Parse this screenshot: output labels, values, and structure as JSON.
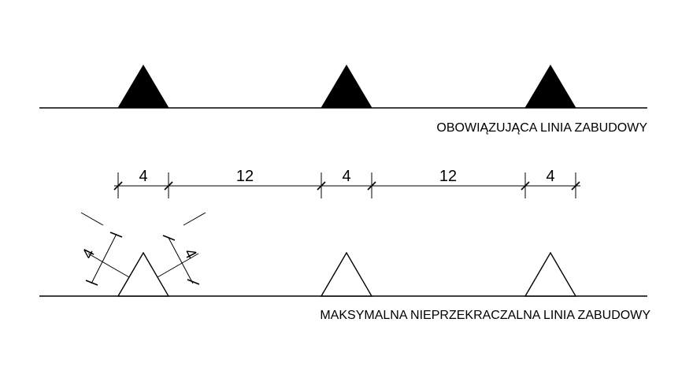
{
  "labels": {
    "mandatory_line": "OBOWIĄZUJĄCA LINIA ZABUDOWY",
    "max_line": "MAKSYMALNA NIEPRZEKRACZALNA LINIA ZABUDOWY"
  },
  "dimensions": {
    "segments": [
      "4",
      "12",
      "4",
      "12",
      "4"
    ],
    "side_left": "4",
    "side_right": "4"
  },
  "colors": {
    "stroke": "#000000",
    "filled_marker": "#000000",
    "open_marker": "#ffffff",
    "background": "#ffffff"
  }
}
